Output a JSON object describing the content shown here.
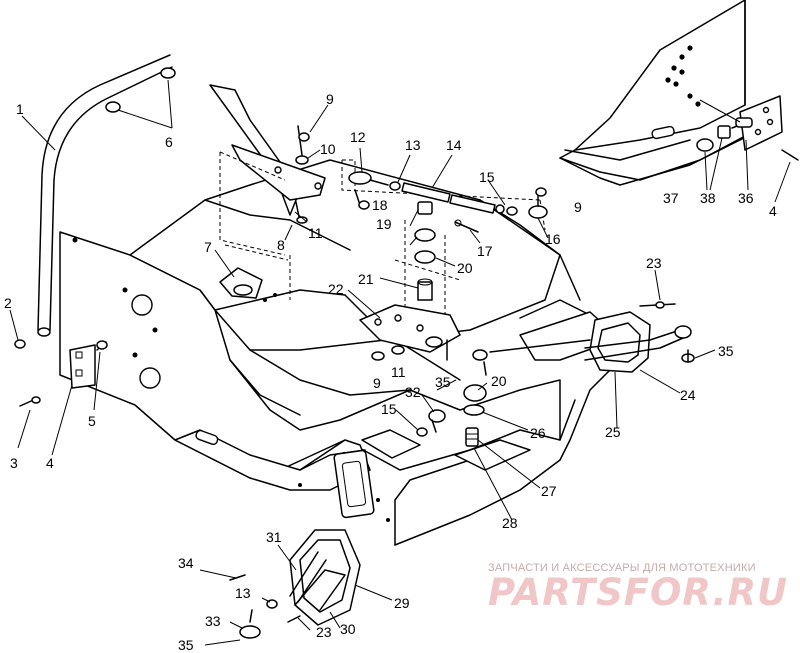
{
  "callouts": [
    {
      "id": "c1",
      "label": "1"
    },
    {
      "id": "c2",
      "label": "2"
    },
    {
      "id": "c3",
      "label": "3"
    },
    {
      "id": "c4",
      "label": "4"
    },
    {
      "id": "c4b",
      "label": "4"
    },
    {
      "id": "c5",
      "label": "5"
    },
    {
      "id": "c6",
      "label": "6"
    },
    {
      "id": "c7",
      "label": "7"
    },
    {
      "id": "c8",
      "label": "8"
    },
    {
      "id": "c9a",
      "label": "9"
    },
    {
      "id": "c9b",
      "label": "9"
    },
    {
      "id": "c9c",
      "label": "9"
    },
    {
      "id": "c10",
      "label": "10"
    },
    {
      "id": "c11a",
      "label": "11"
    },
    {
      "id": "c11b",
      "label": "11"
    },
    {
      "id": "c12",
      "label": "12"
    },
    {
      "id": "c13a",
      "label": "13"
    },
    {
      "id": "c13b",
      "label": "13"
    },
    {
      "id": "c14",
      "label": "14"
    },
    {
      "id": "c15a",
      "label": "15"
    },
    {
      "id": "c15b",
      "label": "15"
    },
    {
      "id": "c16",
      "label": "16"
    },
    {
      "id": "c17",
      "label": "17"
    },
    {
      "id": "c18",
      "label": "18"
    },
    {
      "id": "c19",
      "label": "19"
    },
    {
      "id": "c20a",
      "label": "20"
    },
    {
      "id": "c20b",
      "label": "20"
    },
    {
      "id": "c21",
      "label": "21"
    },
    {
      "id": "c22",
      "label": "22"
    },
    {
      "id": "c23a",
      "label": "23"
    },
    {
      "id": "c23b",
      "label": "23"
    },
    {
      "id": "c24",
      "label": "24"
    },
    {
      "id": "c25",
      "label": "25"
    },
    {
      "id": "c26",
      "label": "26"
    },
    {
      "id": "c27",
      "label": "27"
    },
    {
      "id": "c28",
      "label": "28"
    },
    {
      "id": "c29",
      "label": "29"
    },
    {
      "id": "c30",
      "label": "30"
    },
    {
      "id": "c31",
      "label": "31"
    },
    {
      "id": "c32",
      "label": "32"
    },
    {
      "id": "c33",
      "label": "33"
    },
    {
      "id": "c34",
      "label": "34"
    },
    {
      "id": "c35a",
      "label": "35"
    },
    {
      "id": "c35b",
      "label": "35"
    },
    {
      "id": "c35c",
      "label": "35"
    },
    {
      "id": "c36",
      "label": "36"
    },
    {
      "id": "c37",
      "label": "37"
    },
    {
      "id": "c38",
      "label": "38"
    }
  ],
  "watermark": {
    "tagline": "ЗАПЧАСТИ И АКСЕССУАРЫ ДЛЯ МОТОТЕХНИКИ",
    "brand": "PARTSFOR.RU"
  },
  "colors": {
    "line": "#000000",
    "background": "#ffffff",
    "watermark": "#f1c6c6"
  }
}
